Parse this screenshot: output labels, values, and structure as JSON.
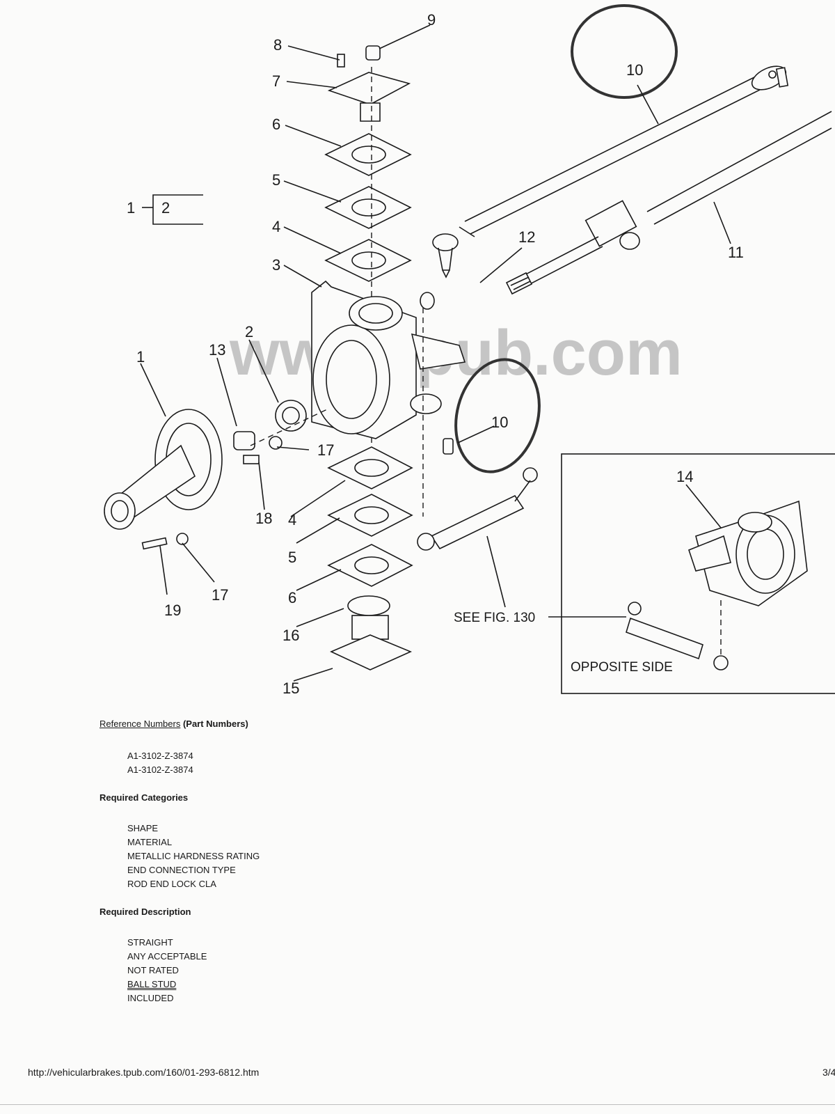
{
  "diagram": {
    "watermark": "www.tpub.com",
    "callouts": {
      "c1_left": "1",
      "c1_box": "2",
      "c1_main": "1",
      "c2": "2",
      "c3": "3",
      "c4_top": "4",
      "c4_bot": "4",
      "c5_top": "5",
      "c5_bot": "5",
      "c6_top": "6",
      "c6_bot": "6",
      "c7": "7",
      "c8": "8",
      "c9": "9",
      "c10_top": "10",
      "c10_mid": "10",
      "c11": "11",
      "c12": "12",
      "c13": "13",
      "c14": "14",
      "c15": "15",
      "c16": "16",
      "c17_top": "17",
      "c17_bot": "17",
      "c18": "18",
      "c19": "19"
    },
    "see_fig": "SEE FIG. 130",
    "inset_label": "OPPOSITE SIDE"
  },
  "document": {
    "reference_heading_underlined": "Reference Numbers",
    "reference_heading_rest": " (Part Numbers)",
    "reference_numbers": [
      "A1-3102-Z-3874",
      "A1-3102-Z-3874"
    ],
    "categories_heading": "Required Categories",
    "categories": [
      "SHAPE",
      "MATERIAL",
      "METALLIC HARDNESS RATING",
      "END CONNECTION TYPE",
      "ROD END LOCK CLA"
    ],
    "description_heading": "Required Description",
    "descriptions": [
      "STRAIGHT",
      "ANY ACCEPTABLE",
      "NOT RATED",
      "BALL STUD",
      "INCLUDED"
    ]
  },
  "footer": {
    "url": "http://vehicularbrakes.tpub.com/160/01-293-6812.htm",
    "page": "3/4"
  }
}
